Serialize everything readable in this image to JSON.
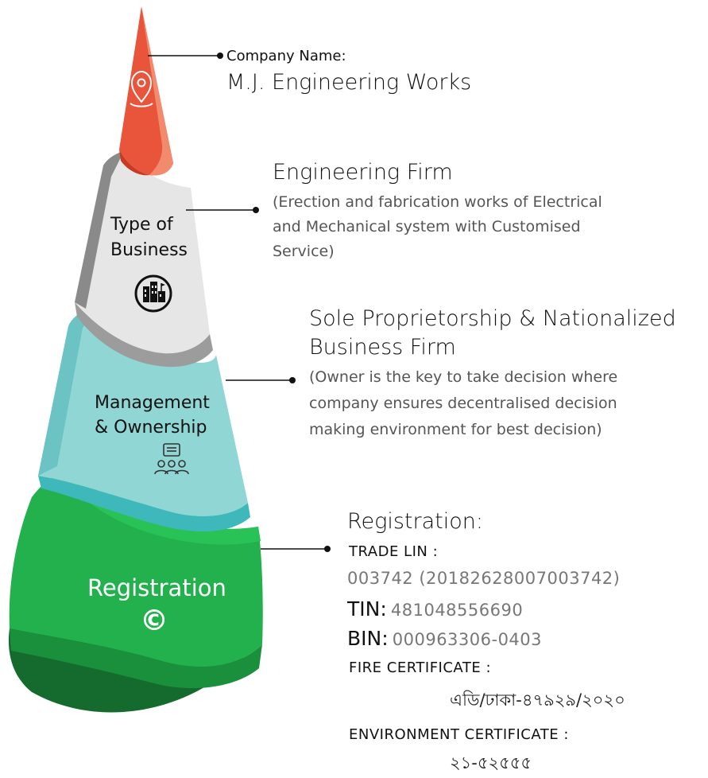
{
  "levels": {
    "top": {
      "label": "Company Name:",
      "value": "M.J. Engineering Works",
      "color": "#e8553b",
      "icon": "location-pin-icon"
    },
    "business": {
      "segment_label_1": "Type of",
      "segment_label_2": "Business",
      "title": "Engineering Firm",
      "desc_1": "(Erection and fabrication works of Electrical",
      "desc_2": "and Mechanical system with Customised",
      "desc_3": "Service)",
      "color": "#e6e6e6",
      "icon": "buildings-icon"
    },
    "management": {
      "segment_label_1": "Management",
      "segment_label_2": "& Ownership",
      "title_1": "Sole Proprietorship & Nationalized",
      "title_2": "Business Firm",
      "desc_1": "(Owner is the key to take decision where",
      "desc_2": "company ensures decentralised decision",
      "desc_3": "making environment for best decision)",
      "color": "#8fd6d4",
      "icon": "team-meeting-icon"
    },
    "registration": {
      "segment_label": "Registration",
      "segment_symbol": "©",
      "heading": "Registration:",
      "trade_label": "TRADE LIN :",
      "trade_value": "003742 (20182628007003742)",
      "tin_label": "TIN:",
      "tin_value": "481048556690",
      "bin_label": "BIN:",
      "bin_value": "000963306-0403",
      "fire_label": "FIRE CERTIFICATE :",
      "fire_value": "এডি/ঢাকা-৪৭৯২৯/২০২০",
      "env_label": "ENVIRONMENT CERTIFICATE :",
      "env_value": "২১-৫২৫৫৫",
      "color": "#22b14c"
    }
  }
}
